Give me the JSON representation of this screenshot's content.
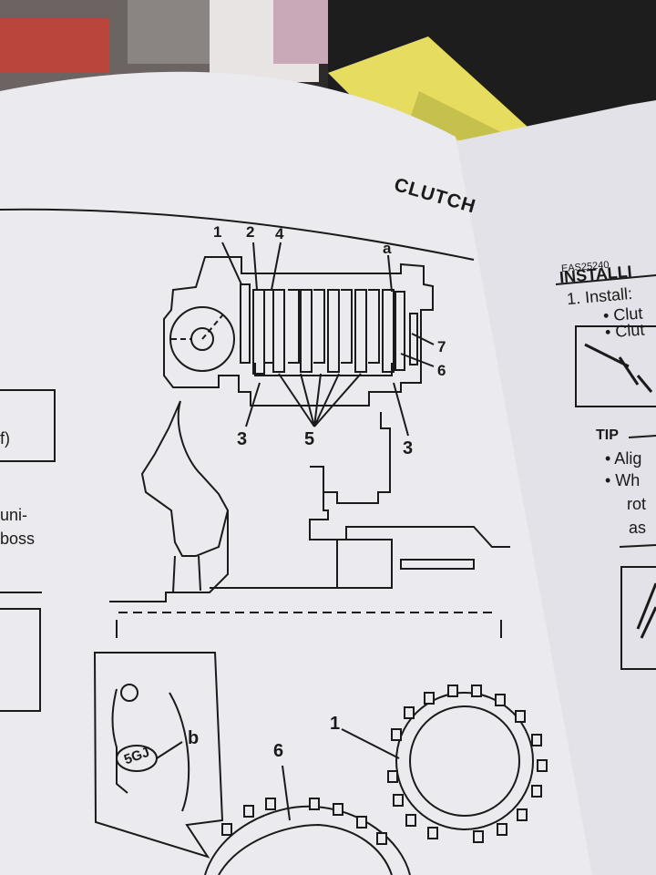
{
  "page": {
    "title": "CLUTCH",
    "section_code": "EAS25240",
    "section_heading_partial": "INSTALLI",
    "step_partial": "1.  Install:",
    "bullets_partial": [
      "• Clut",
      "• Clut"
    ],
    "tip_label": "TIP",
    "tip_bullets_partial": [
      "• Alig",
      "• Wh",
      "rot",
      "as"
    ],
    "left_page_text": [
      "f)",
      "uni-",
      "boss"
    ]
  },
  "diagram_top": {
    "callouts": [
      "1",
      "2",
      "4",
      "a",
      "7",
      "6",
      "3",
      "5",
      "3"
    ]
  },
  "diagram_bottom": {
    "callouts": [
      "1",
      "6",
      "b"
    ],
    "stamp_text": "5GJ"
  }
}
